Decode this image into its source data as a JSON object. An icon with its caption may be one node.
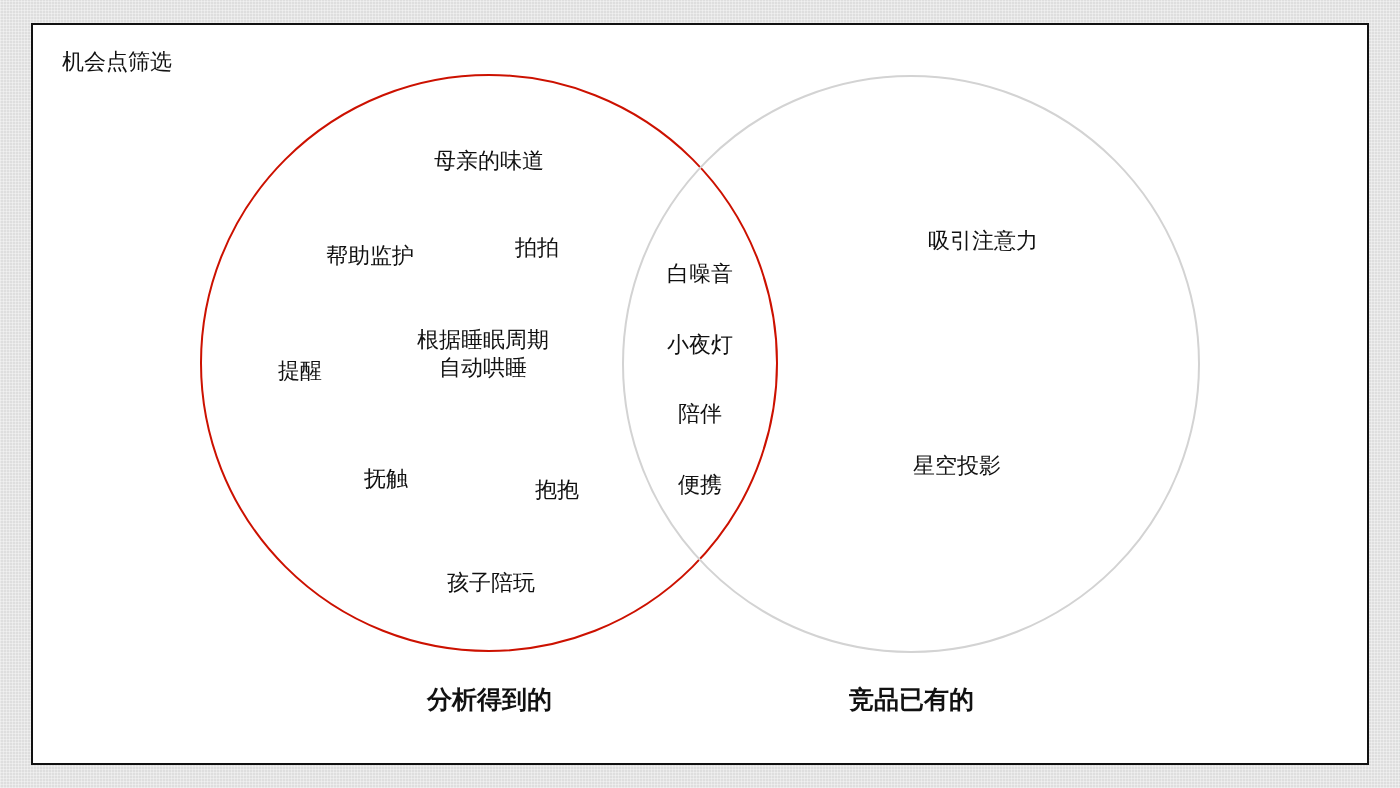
{
  "diagram": {
    "title": "机会点筛选",
    "nodes": [
      {
        "text": [
          "母亲的味道",
          "帮助监护",
          "拍拍",
          "提醒",
          "根据睡眠周期自动哄睡",
          "抚触",
          "抱抱",
          "孩子陪玩",
          "分析得到的"
        ]
      },
      {
        "text": [
          "吸引注意力",
          "星空投影",
          "竞品已有的"
        ]
      }
    ],
    "edges": [],
    "labels": [
      "白噪音",
      "小夜灯",
      "陪伴",
      "便携"
    ]
  }
}
